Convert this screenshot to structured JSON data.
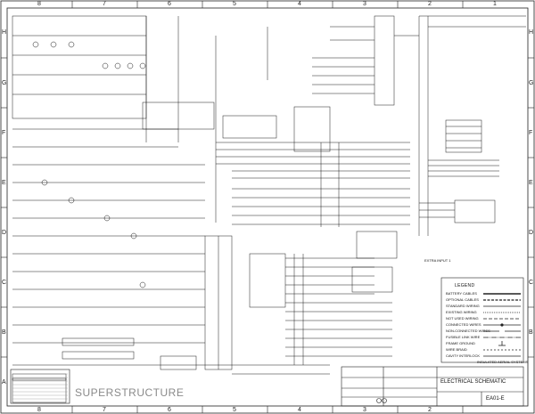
{
  "sheet": {
    "columns": [
      "8",
      "7",
      "6",
      "5",
      "4",
      "3",
      "2",
      "1"
    ],
    "rows": [
      "H",
      "G",
      "F",
      "E",
      "D",
      "C",
      "B",
      "A"
    ]
  },
  "section_label": "SUPERSTRUCTURE",
  "extra_label": "EXTRA INPUT 1",
  "legend": {
    "title": "LEGEND",
    "items": [
      "BATTERY CABLES",
      "OPTIONAL CABLES",
      "STANDARD WIRING",
      "EXISTING WIRING",
      "NOT USED WIRING",
      "CONNECTED WIRES",
      "NON-CONNECTED WIRES",
      "FUSIBLE LINK WIRE",
      "FRAME GROUND",
      "WIRE BRAID",
      "CAVITY INTERLOCK"
    ]
  },
  "title_block": {
    "company": "INSULATED AERIAL SYSTEMS",
    "title": "ELECTRICAL SCHEMATIC",
    "drawing_no": "EA01-E"
  },
  "colors": {
    "ink": "#1a1a1a",
    "background": "#ffffff",
    "section_text": "#8a8a8a"
  }
}
